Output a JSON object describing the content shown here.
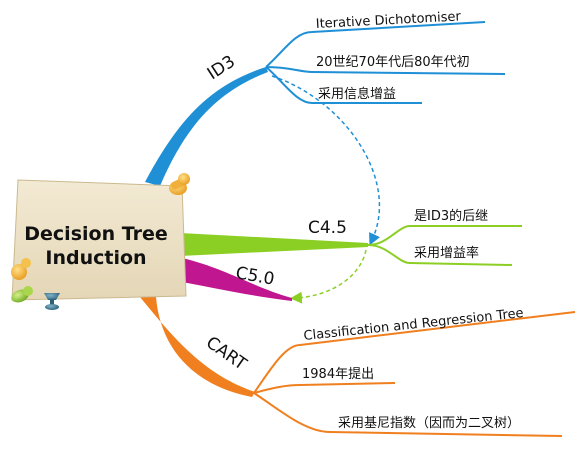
{
  "root": {
    "line1": "Decision Tree",
    "line2": "Induction"
  },
  "branches": {
    "id3": {
      "label": "ID3",
      "color": "#1f8fd6",
      "leaves": [
        "Iterative Dichotomiser",
        "20世纪70年代后80年代初",
        "采用信息增益"
      ]
    },
    "c45": {
      "label": "C4.5",
      "color": "#8ccf24",
      "leaves": [
        "是ID3的后继",
        "采用增益率"
      ]
    },
    "c50": {
      "label": "C5.0",
      "color": "#c0168f"
    },
    "cart": {
      "label": "CART",
      "color": "#f07f1f",
      "leaves": [
        "Classification and Regression Tree",
        "1984年提出",
        "采用基尼指数（因而为二叉树）"
      ]
    }
  }
}
